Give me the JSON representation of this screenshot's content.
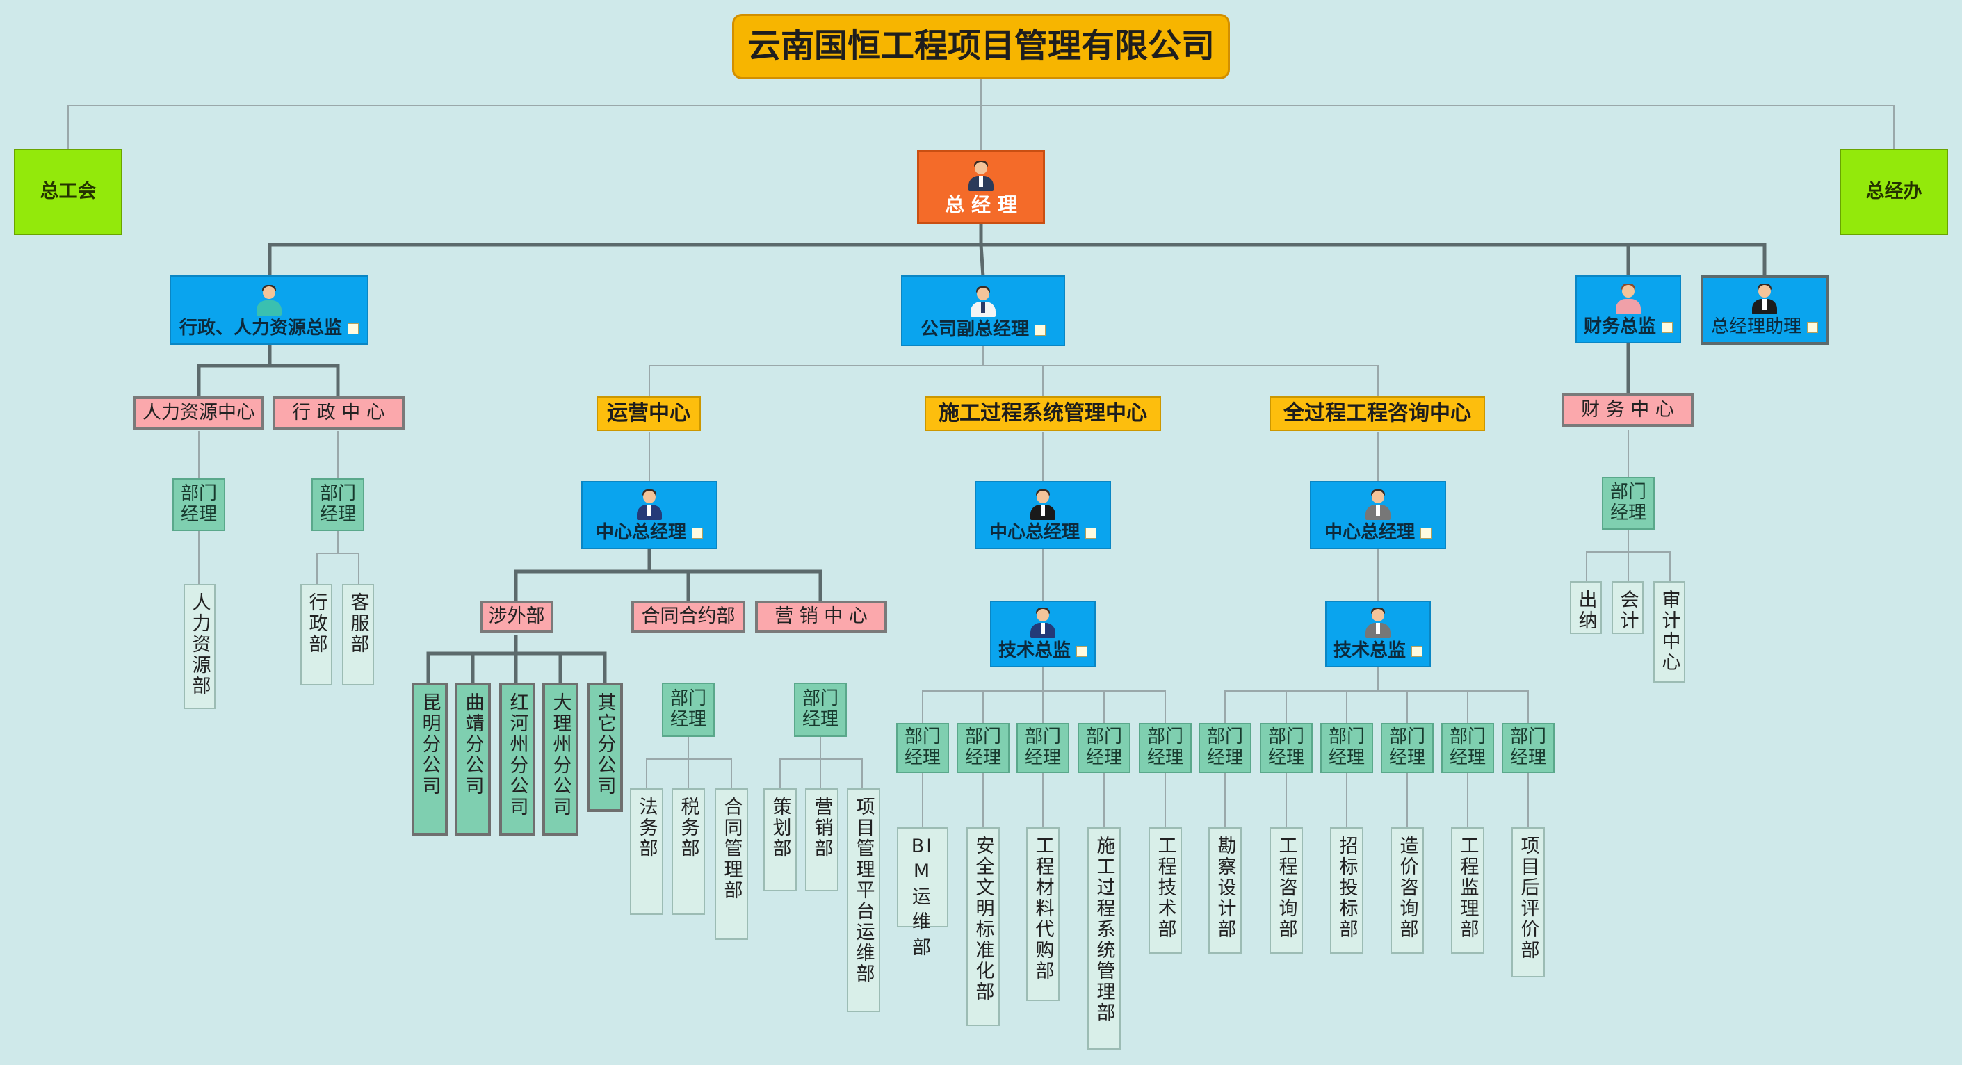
{
  "title": "云南国恒工程项目管理有限公司",
  "side_left": "总工会",
  "side_right": "总经办",
  "gm": "总 经 理",
  "execs": {
    "admin": "行政、人力资源总监",
    "vice": "公司副总经理",
    "finance": "财务总监",
    "assistant": "总经理助理"
  },
  "centers": {
    "ops": "运营中心",
    "construction": "施工过程系统管理中心",
    "consult": "全过程工程咨询中心"
  },
  "depts": {
    "hr": "人力资源中心",
    "admin_center": "行 政 中 心",
    "finance_center": "财 务 中 心",
    "foreign": "涉外部",
    "contract": "合同合约部",
    "marketing": "营 销 中 心"
  },
  "roles": {
    "dept_manager": "部门经理",
    "center_gm": "中心总经理",
    "tech_director": "技术总监"
  },
  "leaves": {
    "hr": [
      "人力资源部"
    ],
    "admin": [
      "行政部",
      "客服部"
    ],
    "finance": [
      "出纳",
      "会计",
      "审计中心"
    ],
    "branches": [
      "昆明分公司",
      "曲靖分公司",
      "红河州分公司",
      "大理州分公司",
      "其它分公司"
    ],
    "contract": [
      "法务部",
      "税务部",
      "合同管理部"
    ],
    "marketing": [
      "策划部",
      "营销部",
      "项目管理平台运维部"
    ],
    "construction": [
      "BIM运维部",
      "安全文明标准化部",
      "工程材料代购部",
      "施工过程系统管理部",
      "工程技术部"
    ],
    "consult": [
      "勘察设计部",
      "工程咨询部",
      "招标投标部",
      "造价咨询部",
      "工程监理部",
      "项目后评价部"
    ]
  }
}
